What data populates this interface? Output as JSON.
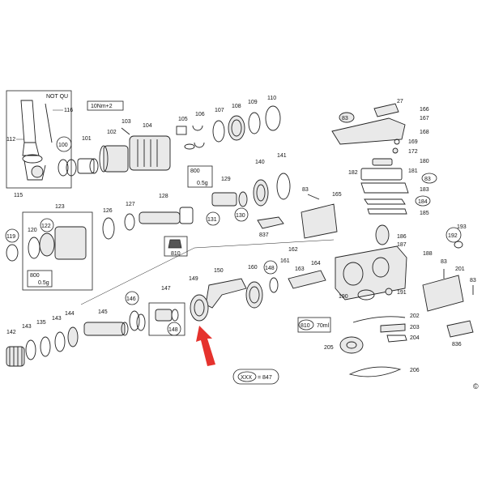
{
  "labels": {
    "p27": "27",
    "p83a": "83",
    "p166": "166",
    "p167": "167",
    "p168": "168",
    "p169": "169",
    "p172": "172",
    "p180": "180",
    "p181": "181",
    "p182": "182",
    "p83b": "83",
    "p183": "183",
    "p184": "184",
    "p185": "185",
    "p186": "186",
    "p187": "187",
    "p188": "188",
    "p190": "190",
    "p191": "191",
    "p192": "192",
    "p193": "193",
    "p83c": "83",
    "p201": "201",
    "p83d": "83",
    "p202": "202",
    "p203": "203",
    "p204": "204",
    "p205": "205",
    "p206": "206",
    "p836": "836",
    "p810b": "810",
    "p70ml": "70ml",
    "p116": "116",
    "p112": "112",
    "p115": "115",
    "p100": "100",
    "p101": "101",
    "p102": "102",
    "p103": "103",
    "p104": "104",
    "p105": "105",
    "p106": "106",
    "p107": "107",
    "p108": "108",
    "p109": "109",
    "p110": "110",
    "p800a": "800",
    "p05a": "0.5g",
    "p129": "129",
    "p131": "131",
    "p130": "130",
    "p837": "837",
    "p140": "140",
    "p141": "141",
    "p83e": "83",
    "p165": "165",
    "p123": "123",
    "p119": "119",
    "p120": "120",
    "p122": "122",
    "p800b": "800",
    "p05b": "0.5g",
    "p126": "126",
    "p127": "127",
    "p128": "128",
    "p810a": "810",
    "p162": "162",
    "p161": "161",
    "p163": "163",
    "p164": "164",
    "p160": "160",
    "p148a": "148",
    "p150": "150",
    "p149": "149",
    "p147": "147",
    "p148b": "148",
    "p146": "146",
    "p145": "145",
    "p144": "144",
    "p143b": "143",
    "p135": "135",
    "p142": "142",
    "p143a": "143",
    "p847": "= 847",
    "pxxx": "XXX"
  },
  "notes": {
    "not_qu": "NOT QU",
    "torque": "10Nm+2",
    "copyright": "©"
  },
  "highlight": {
    "arrow_color": "#e5322d"
  }
}
